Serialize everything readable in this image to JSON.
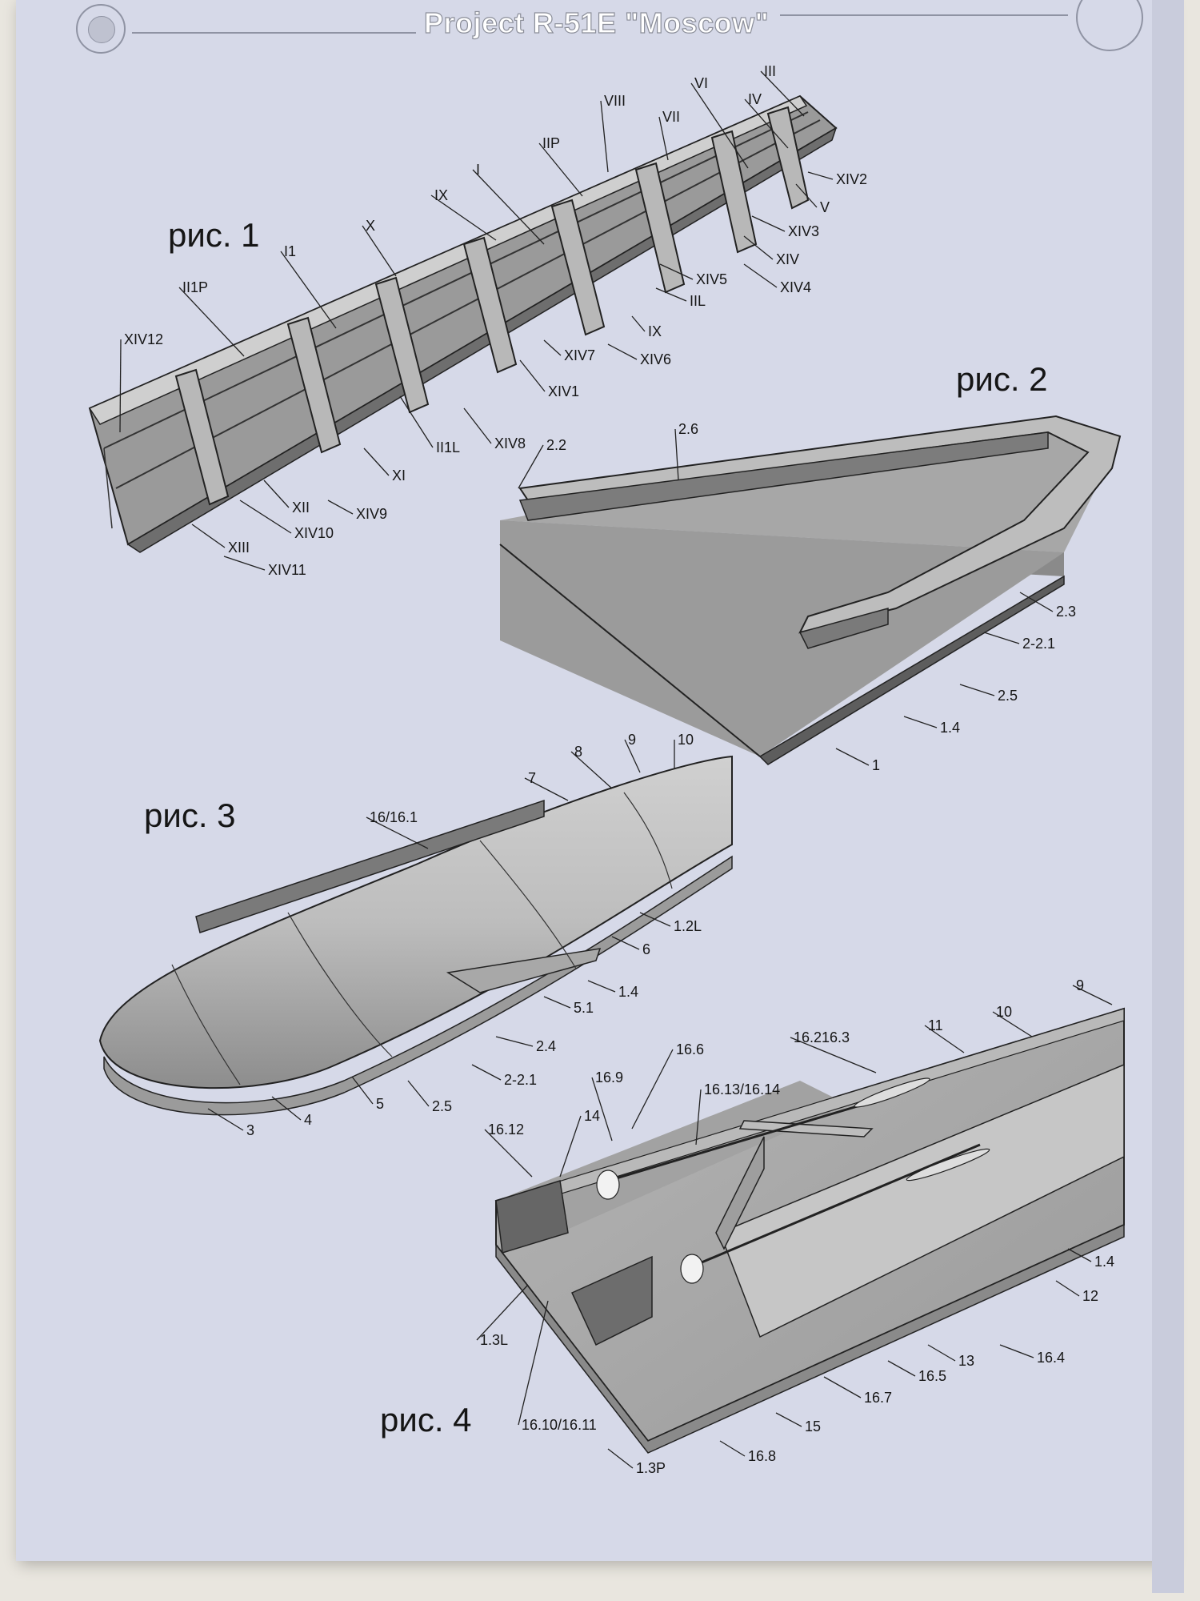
{
  "header": {
    "title": "Project R-51E \"Moscow\""
  },
  "figures": [
    {
      "id": "fig1",
      "title": "рис. 1",
      "labels": [
        "III",
        "VI",
        "IV",
        "VIII",
        "VII",
        "IIP",
        "XIV2",
        "V",
        "I",
        "IX",
        "XIV3",
        "X",
        "XIV",
        "I1",
        "XIV5",
        "XIV4",
        "II1P",
        "IIL",
        "IX",
        "XIV12",
        "XIV7",
        "XIV6",
        "XIV1",
        "II1L",
        "XIV8",
        "XI",
        "XII",
        "XIV10",
        "XIV9",
        "XIII",
        "XIV11"
      ]
    },
    {
      "id": "fig2",
      "title": "рис. 2",
      "labels": [
        "2.6",
        "2.2",
        "2.3",
        "2-2.1",
        "2.5",
        "1.4",
        "1"
      ]
    },
    {
      "id": "fig3",
      "title": "рис. 3",
      "labels": [
        "9",
        "10",
        "8",
        "7",
        "16/16.1",
        "1.2L",
        "6",
        "1.4",
        "5.1",
        "2.4",
        "2-2.1",
        "3",
        "4",
        "5",
        "2.5"
      ]
    },
    {
      "id": "fig4",
      "title": "рис. 4",
      "labels": [
        "9",
        "10",
        "11",
        "16.216.3",
        "16.6",
        "16.9",
        "16.13/16.14",
        "16.12",
        "14",
        "1.4",
        "12",
        "1.3L",
        "13",
        "16.4",
        "16.5",
        "16.7",
        "15",
        "16.10/16.11",
        "16.8",
        "1.3P"
      ]
    }
  ]
}
